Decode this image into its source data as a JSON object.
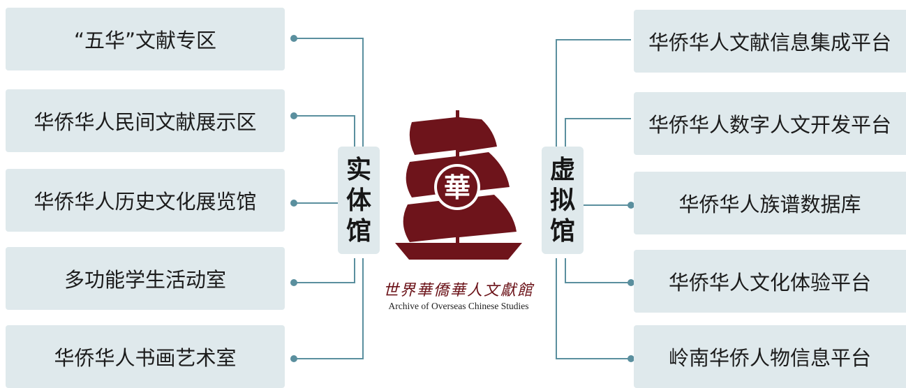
{
  "left_group": {
    "title_chars": [
      "实",
      "体",
      "馆"
    ],
    "items": [
      "“五华”文献专区",
      "华侨华人民间文献展示区",
      "华侨华人历史文化展览馆",
      "多功能学生活动室",
      "华侨华人书画艺术室"
    ]
  },
  "right_group": {
    "title_chars": [
      "虚",
      "拟",
      "馆"
    ],
    "items": [
      "华侨华人文献信息集成平台",
      "华侨华人数字人文开发平台",
      "华侨华人族谱数据库",
      "华侨华人文化体验平台",
      "岭南华侨人物信息平台"
    ]
  },
  "logo": {
    "title": "世界華僑華人文獻館",
    "subtitle": "Archive of Overseas Chinese Studies",
    "emblem_char": "華"
  },
  "colors": {
    "box_bg": "#dfe9ec",
    "connector": "#5a8f9e",
    "logo_red": "#6e141b"
  }
}
